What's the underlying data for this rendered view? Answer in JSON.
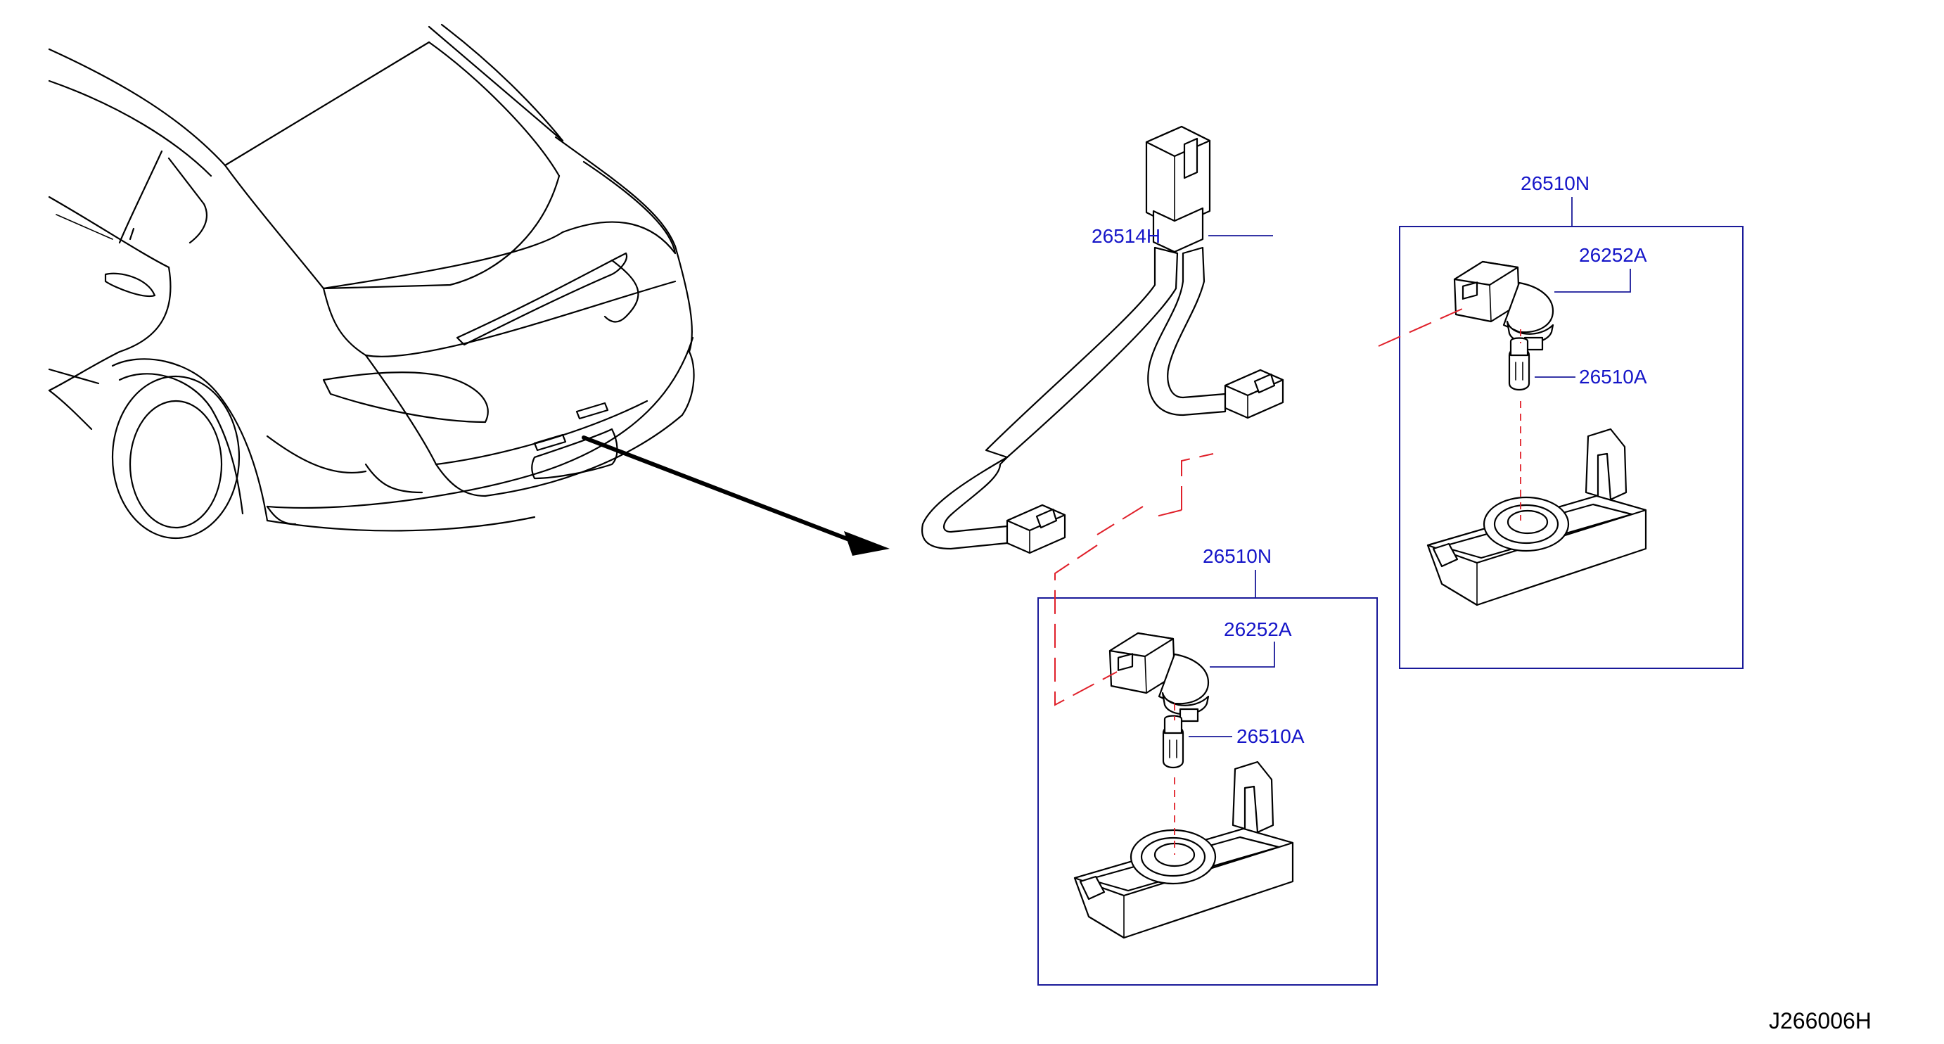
{
  "labels": {
    "harness": "26514H",
    "lamp_assembly_right": "26510N",
    "socket_right": "26252A",
    "bulb_right": "26510A",
    "lamp_assembly_left": "26510N",
    "socket_left": "26252A",
    "bulb_left": "26510A"
  },
  "diagram_code": "J266006H",
  "colors": {
    "label": "#1515c8",
    "leader": "#1a1a99",
    "centerline": "#e0202a",
    "outline": "#000000"
  }
}
